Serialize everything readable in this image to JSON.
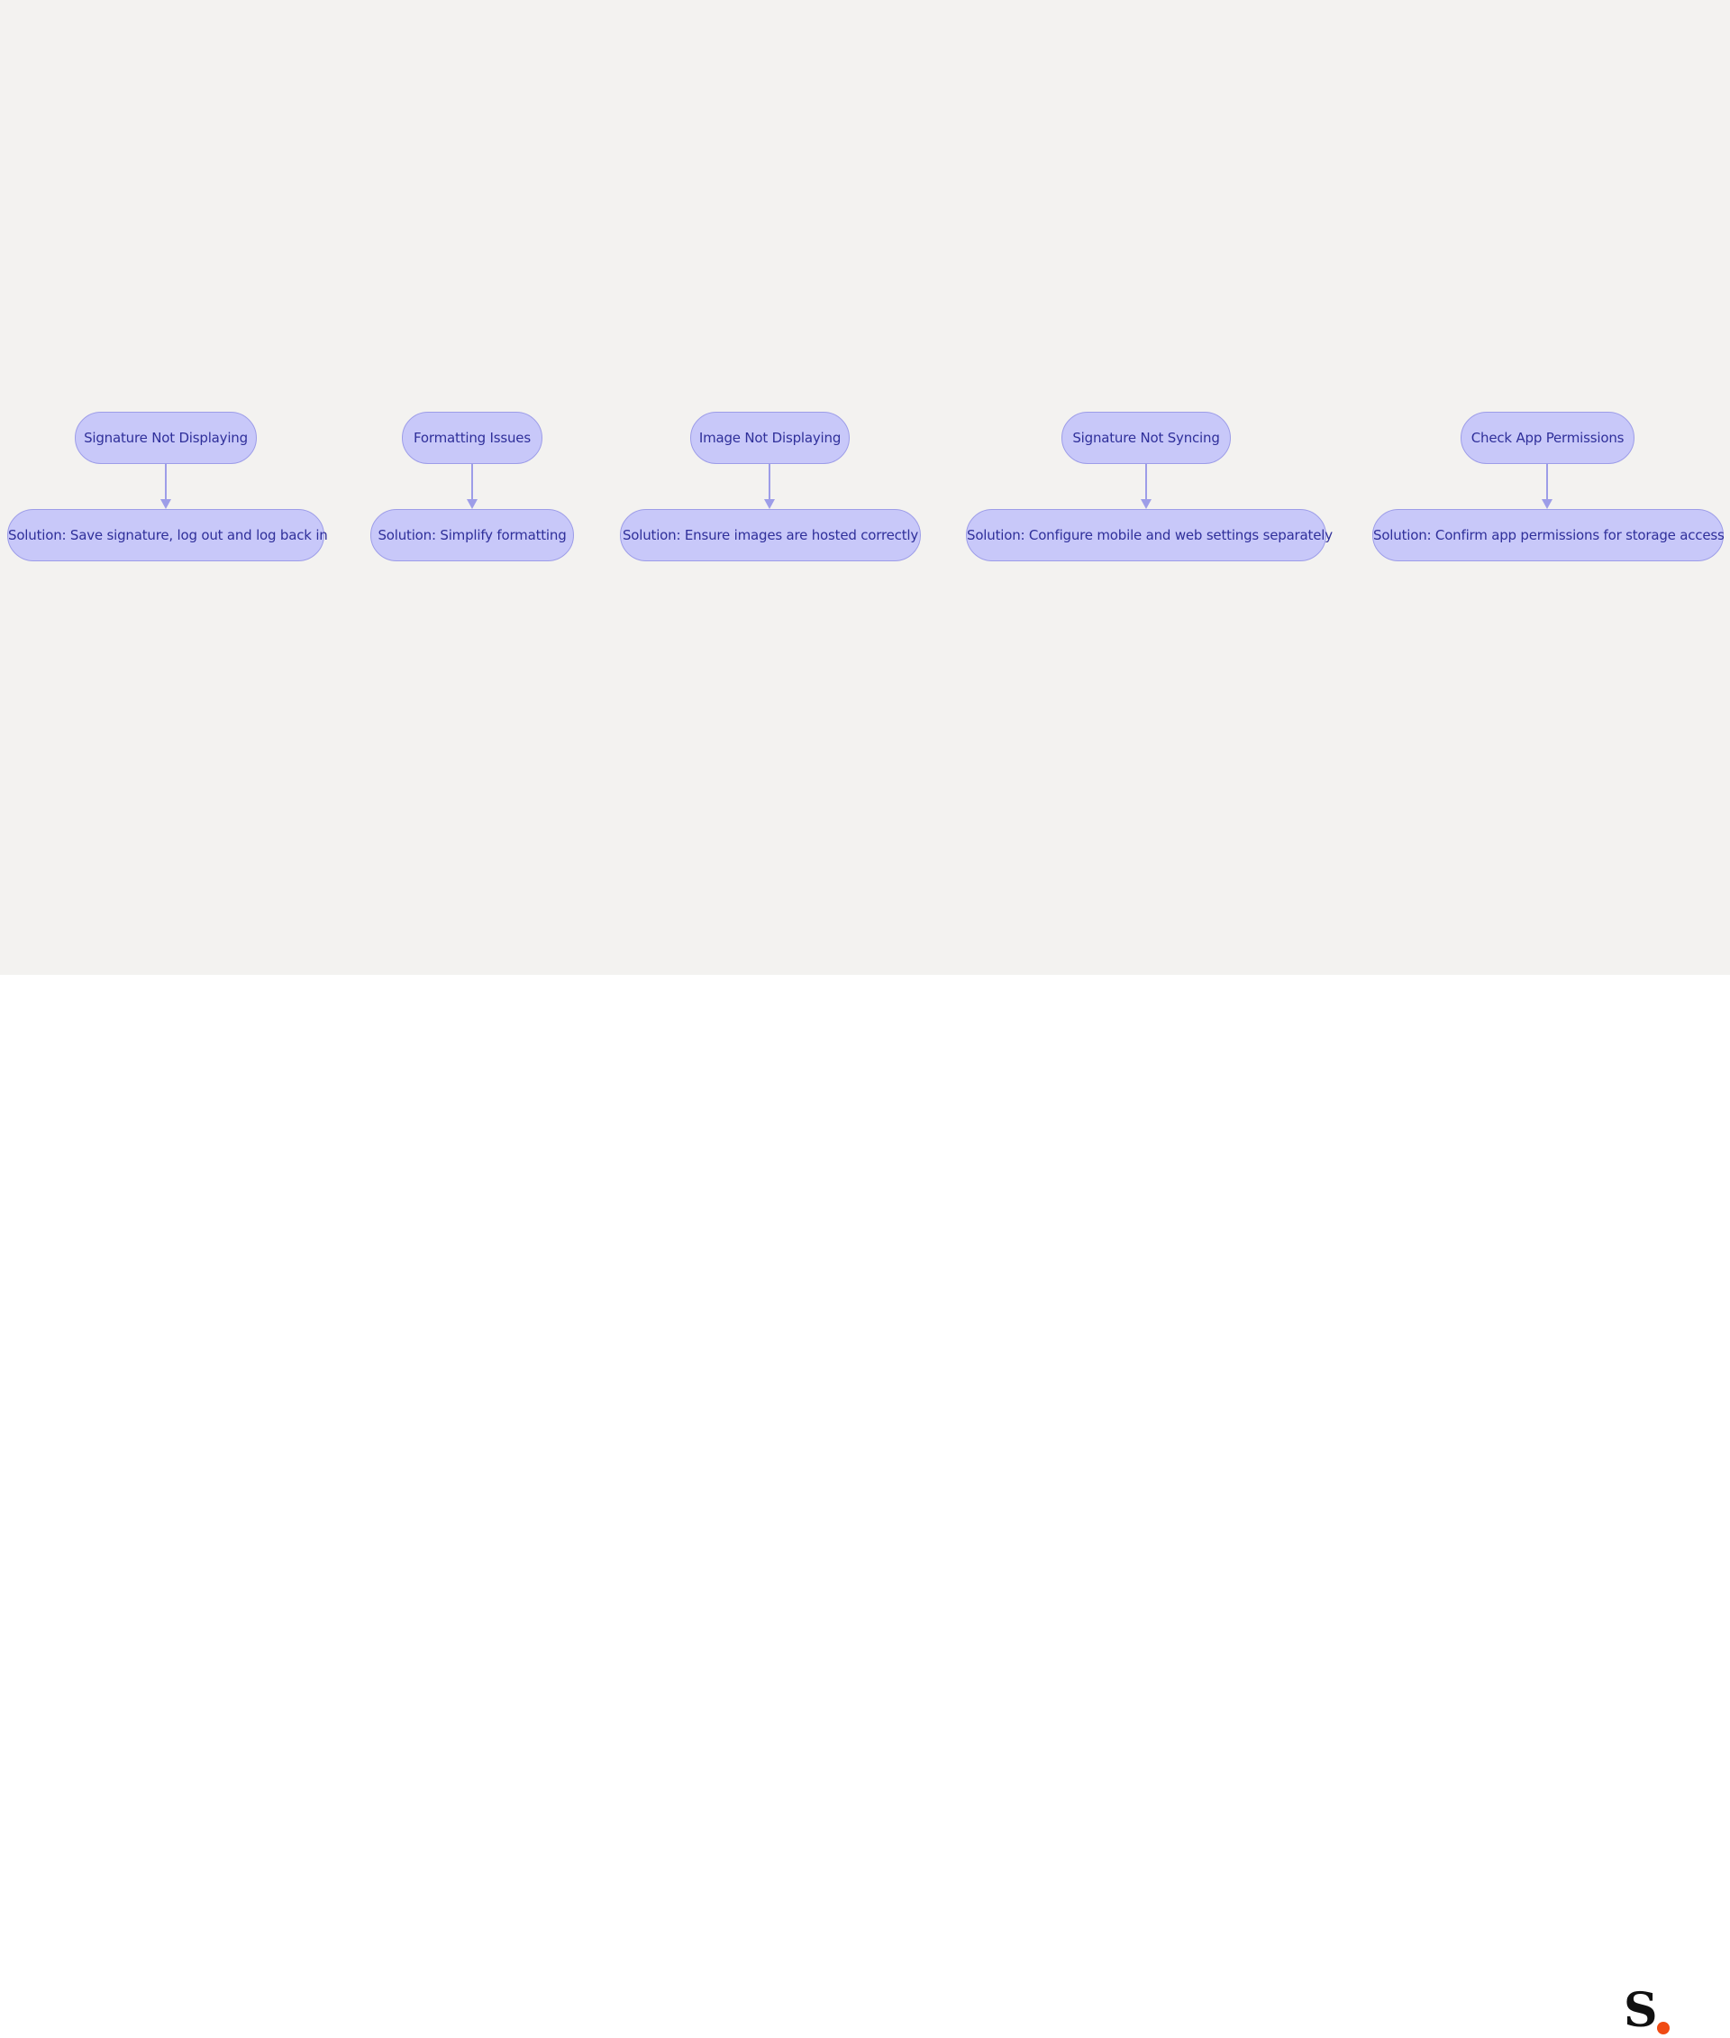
{
  "diagram": {
    "groups": [
      {
        "problem": "Signature Not Displaying",
        "solution": "Solution: Save signature, log out and log back in"
      },
      {
        "problem": "Formatting Issues",
        "solution": "Solution: Simplify formatting"
      },
      {
        "problem": "Image Not Displaying",
        "solution": "Solution: Ensure images are hosted correctly"
      },
      {
        "problem": "Signature Not Syncing",
        "solution": "Solution: Configure mobile and web settings separately"
      },
      {
        "problem": "Check App Permissions",
        "solution": "Solution: Confirm app permissions for storage access"
      }
    ]
  },
  "logo": {
    "letter": "S",
    "dot_color": "#f04a12"
  },
  "colors": {
    "node_fill": "#c8c8f9",
    "node_border": "#9d9de8",
    "node_text": "#2f2f9a",
    "canvas_background": "#f3f2f0"
  }
}
